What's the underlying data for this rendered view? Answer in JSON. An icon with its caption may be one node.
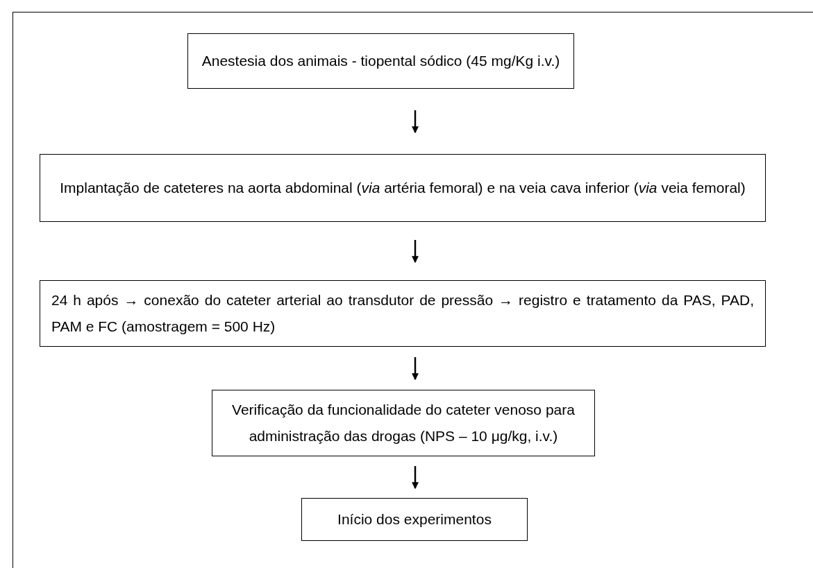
{
  "diagram": {
    "nodes": [
      {
        "text": [
          "Anestesia dos animais - tiopental sódico (45 mg/Kg i.v.)"
        ]
      },
      {
        "text": [
          "Implantação de cateteres na aorta abdominal (*via* artéria femoral) e na veia cava inferior (*via* veia femoral)"
        ]
      },
      {
        "text": [
          "24 h após → conexão do cateter arterial ao transdutor de pressão → registro e tratamento da PAS, PAD, PAM e FC (amostragem = 500 Hz)"
        ]
      },
      {
        "text": [
          "Verificação da funcionalidade do cateter venoso para administração das drogas (NPS – 10 μg/kg, i.v.)"
        ]
      },
      {
        "text": [
          "Início dos experimentos"
        ]
      }
    ],
    "edges": [
      {
        "from": 0,
        "to": 1,
        "arrow": "to"
      },
      {
        "from": 1,
        "to": 2,
        "arrow": "to"
      },
      {
        "from": 2,
        "to": 3,
        "arrow": "to"
      },
      {
        "from": 3,
        "to": 4,
        "arrow": "to"
      }
    ]
  }
}
